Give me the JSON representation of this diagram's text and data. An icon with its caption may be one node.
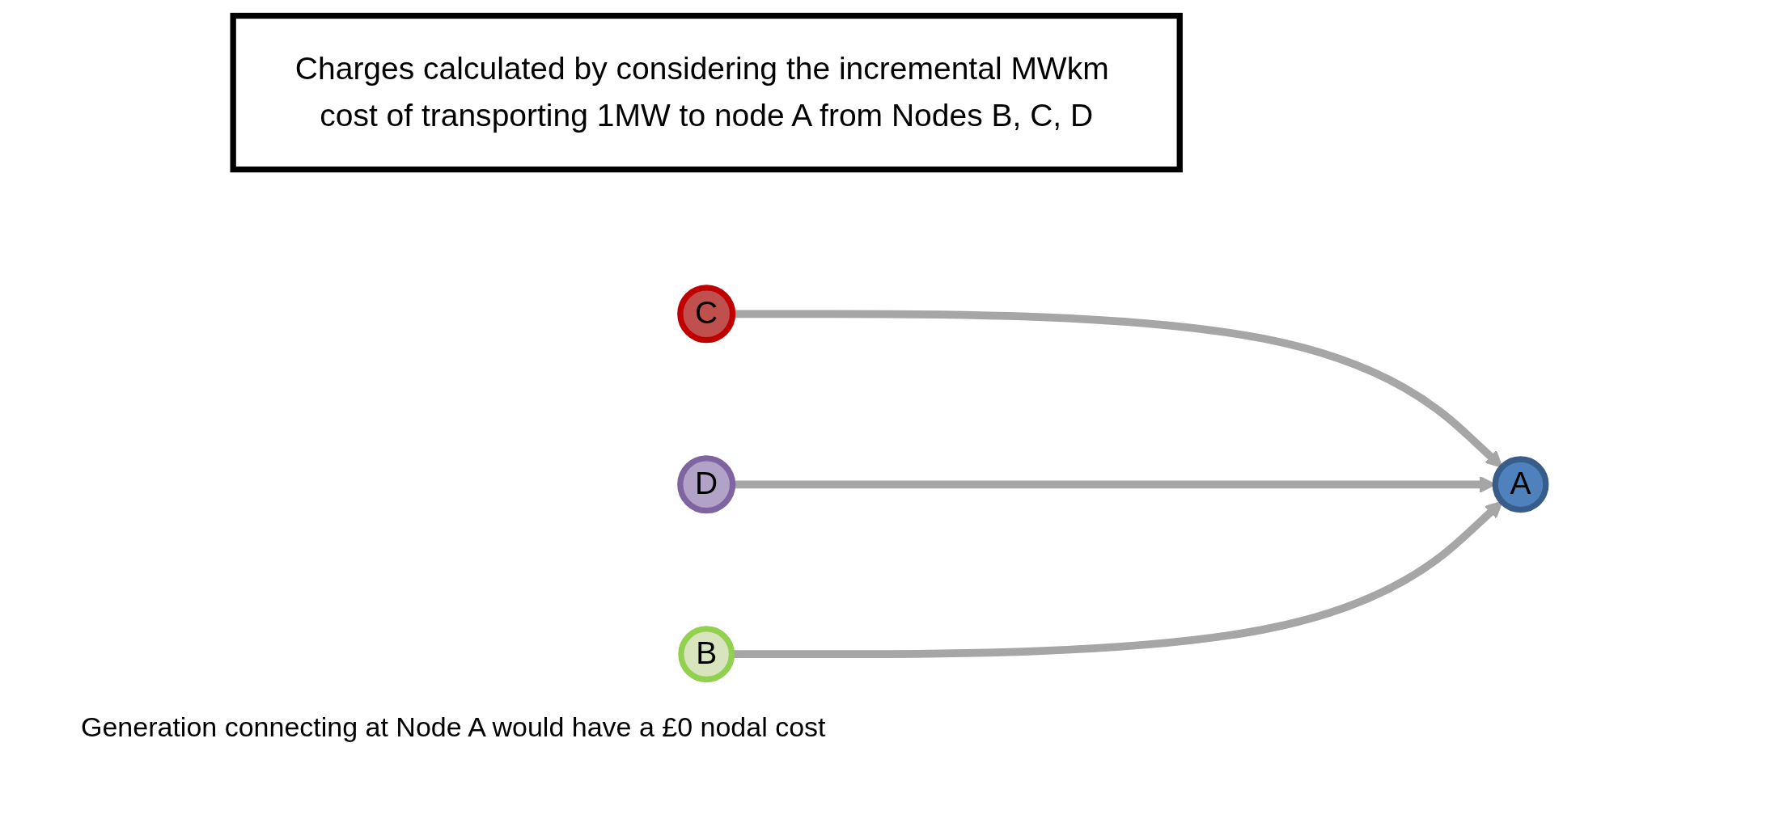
{
  "diagram": {
    "nodes": [
      {
        "text": [
          "Charges calculated by considering the incremental MWkm cost of transporting 1MW to node A from Nodes B, C, D"
        ]
      },
      {
        "text": [
          "C"
        ]
      },
      {
        "text": [
          "A"
        ]
      },
      {
        "text": [
          "D"
        ]
      },
      {
        "text": [
          "B"
        ]
      }
    ],
    "edges": [
      {
        "from": 1,
        "to": 2,
        "arrow": "to"
      },
      {
        "from": 3,
        "to": 2,
        "arrow": "to"
      },
      {
        "from": 4,
        "to": 2,
        "arrow": "to"
      }
    ],
    "labels": [
      "Generation connecting at Node A would have a £0 nodal cost"
    ]
  }
}
